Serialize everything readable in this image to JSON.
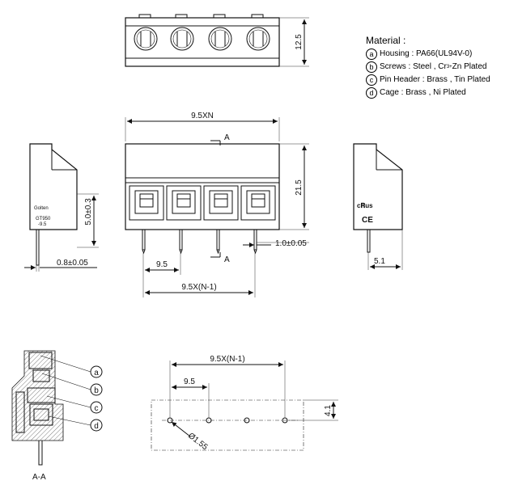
{
  "material": {
    "title": "Material :",
    "items": [
      {
        "marker": "a",
        "text": "Housing : PA66(UL94V-0)"
      },
      {
        "marker": "b",
        "text_pre": "Screws : Steel , Cr",
        "sup": "3+",
        "text_post": "Zn Plated"
      },
      {
        "marker": "c",
        "text": "Pin Header : Brass , Tin Plated"
      },
      {
        "marker": "d",
        "text": "Cage : Brass , Ni Plated"
      }
    ]
  },
  "dimensions": {
    "top_height": "12.5",
    "overall_width": "9.5XN",
    "overall_height": "21.5",
    "pin_height": "5.0±0.3",
    "pin_thickness": "0.8±0.05",
    "pin_width": "1.0±0.05",
    "pitch": "9.5",
    "pitch_total": "9.5X(N-1)",
    "side_offset": "5.1",
    "pcb_pitch": "9.5",
    "pcb_pitch_total": "9.5X(N-1)",
    "pcb_row_offset": "4.1",
    "hole_diameter": "Ø1.55"
  },
  "section": {
    "marker": "A",
    "label": "A-A",
    "callouts": [
      "a",
      "b",
      "c",
      "d"
    ]
  },
  "side_marks": {
    "brand": "Golten",
    "model": "GT950",
    "pitch_note": "-9.5",
    "ul_mark": "c𝐑us",
    "ce_mark": "CE"
  }
}
